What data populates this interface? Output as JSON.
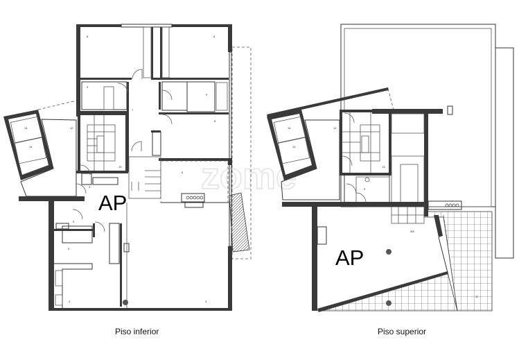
{
  "watermark": "zome",
  "colors": {
    "wall": "#3a3a3a",
    "line": "#333333",
    "watermark": "#e2e2e2"
  },
  "lower_floor": {
    "caption": "Piso inferior",
    "unit_label": "AP",
    "room_numbers": [
      "8",
      "8",
      "9",
      "9",
      "7",
      "8",
      "12",
      "14",
      "14",
      "15",
      "6",
      "2",
      "9",
      "5",
      "4",
      "3"
    ]
  },
  "upper_floor": {
    "caption": "Piso superior",
    "unit_label": "AP",
    "room_numbers": [
      "14",
      "14",
      "12",
      "13",
      "9",
      "3/8",
      "11"
    ]
  }
}
